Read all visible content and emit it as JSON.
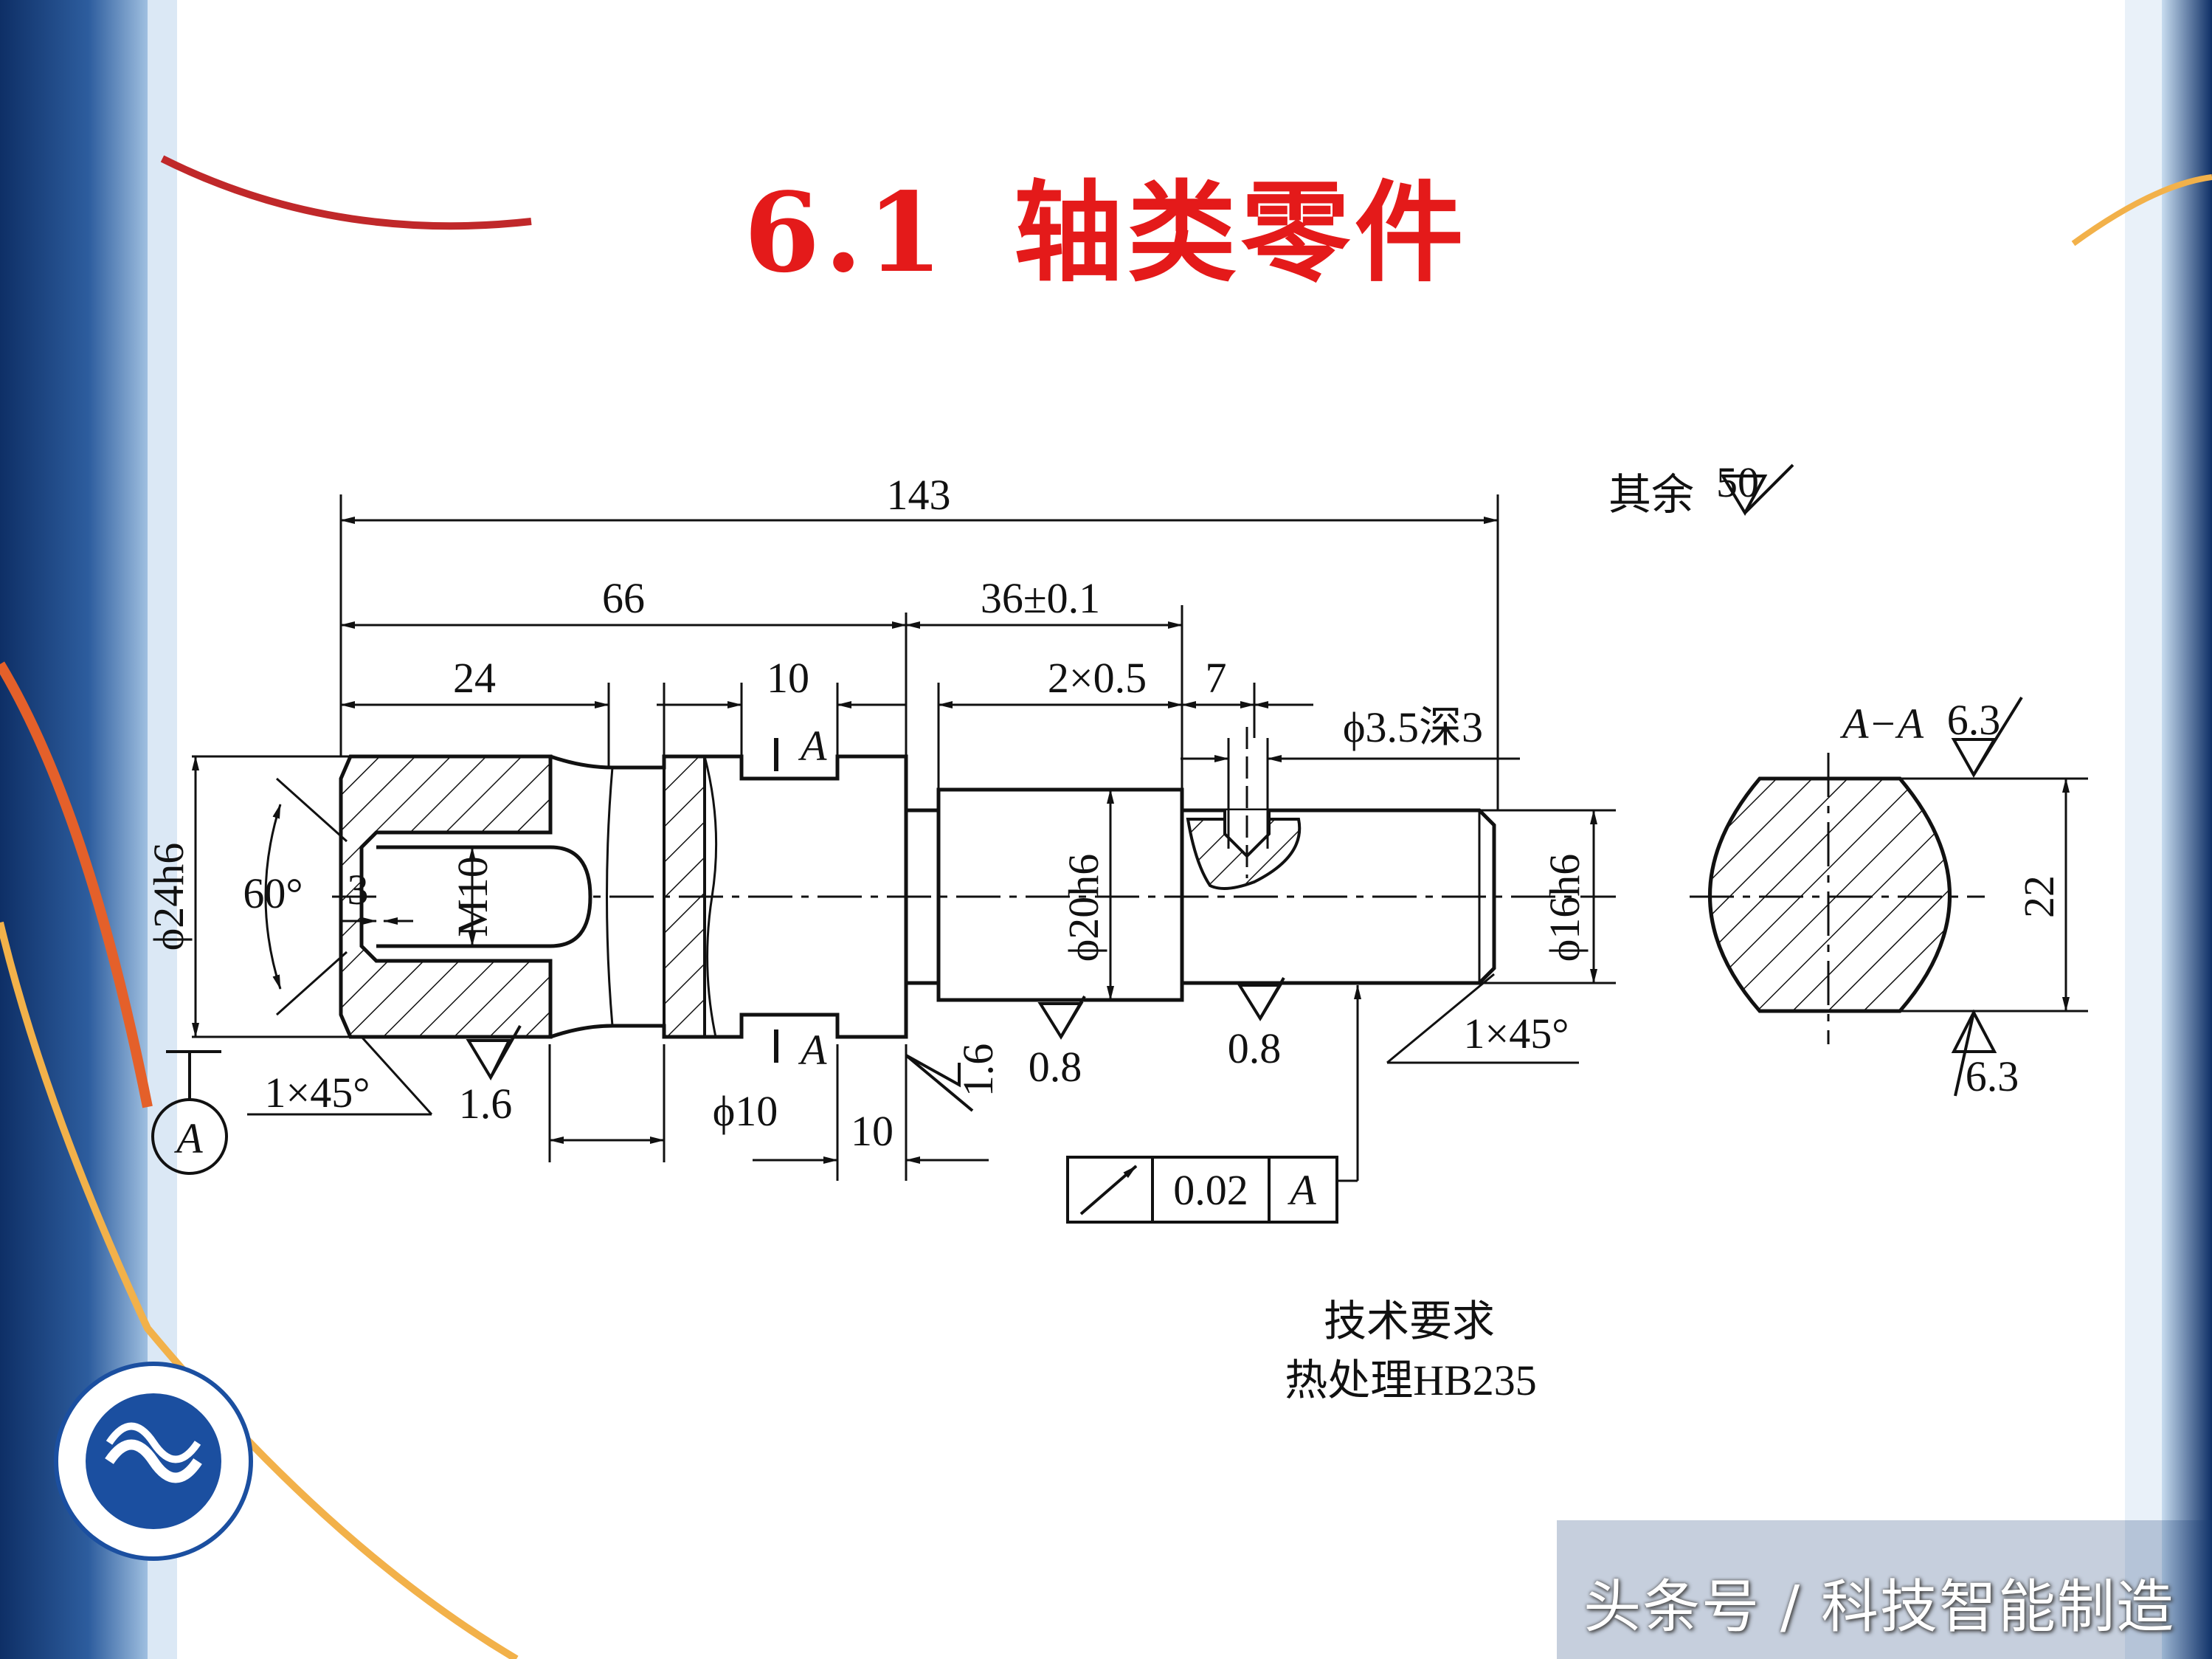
{
  "slide": {
    "title_number": "6.1",
    "title_text": "轴类零件",
    "watermark": "头条号 / 科技智能制造"
  },
  "drawing": {
    "dim_total": "143",
    "dim_66": "66",
    "dim_36": "36±0.1",
    "dim_24": "24",
    "dim_10_top": "10",
    "dim_groove": "2×0.5",
    "dim_7": "7",
    "dim_hole": "ϕ3.5深3",
    "dim_phi24": "ϕ24h6",
    "dim_60": "60°",
    "dim_3": "3",
    "dim_m10": "M10",
    "dim_phi20": "ϕ20h6",
    "dim_phi16": "ϕ16h6",
    "dim_phi10": "ϕ10",
    "dim_10_bottom": "10",
    "chamfer_left": "1×45°",
    "chamfer_right": "1×45°",
    "rough_16": "1.6",
    "rough_16b": "1.6",
    "rough_08a": "0.8",
    "rough_08b": "0.8",
    "rough_rest": "50",
    "rest_label": "其余",
    "section_label": "A−A",
    "section_rough_top": "6.3",
    "section_rough_bottom": "6.3",
    "section_dim": "22",
    "datum": "A",
    "cut_a_top": "A",
    "cut_a_bottom": "A",
    "tolerance_value": "0.02",
    "tolerance_datum": "A",
    "tech_title": "技术要求",
    "tech_item": "热处理HB235"
  }
}
